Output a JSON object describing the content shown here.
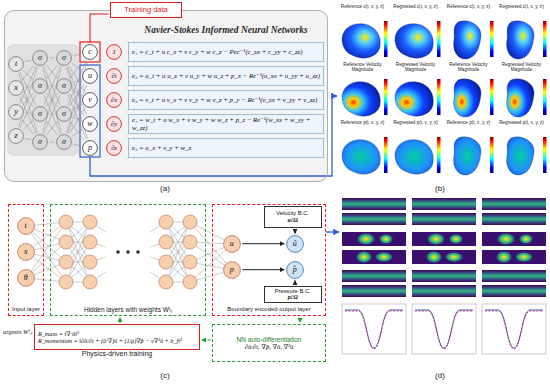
{
  "diagram": {
    "nodes": [
      {
        "text": [
          "Navier-Stokes Informed Neural Networks"
        ]
      },
      {
        "text": [
          "Training data"
        ]
      },
      {
        "text": [
          "t"
        ],
        "in": 0
      },
      {
        "text": [
          "x"
        ],
        "in": 0
      },
      {
        "text": [
          "y"
        ],
        "in": 0
      },
      {
        "text": [
          "z"
        ],
        "in": 0
      },
      {
        "text": [
          "σ"
        ],
        "in": 0
      },
      {
        "text": [
          "σ"
        ],
        "in": 0
      },
      {
        "text": [
          "σ"
        ],
        "in": 0
      },
      {
        "text": [
          "σ"
        ],
        "in": 0
      },
      {
        "text": [
          "σ"
        ],
        "in": 0
      },
      {
        "text": [
          "σ"
        ],
        "in": 0
      },
      {
        "text": [
          "σ"
        ],
        "in": 0
      },
      {
        "text": [
          "σ"
        ],
        "in": 0
      },
      {
        "text": [
          "c"
        ],
        "in": 0
      },
      {
        "text": [
          "u"
        ],
        "in": 0
      },
      {
        "text": [
          "v"
        ],
        "in": 0
      },
      {
        "text": [
          "w"
        ],
        "in": 0
      },
      {
        "text": [
          "p"
        ],
        "in": 0
      },
      {
        "text": [
          "I"
        ],
        "in": 0
      },
      {
        "text": [
          "∂t"
        ],
        "in": 0
      },
      {
        "text": [
          "∂x"
        ],
        "in": 0
      },
      {
        "text": [
          "∂y"
        ],
        "in": 0
      },
      {
        "text": [
          "∂z"
        ],
        "in": 0
      },
      {
        "text": [
          "e₁ = c_t + u c_x + v c_y + w c_z − Pec⁻¹(c_xx + c_yy + c_zz)"
        ],
        "in": 0
      },
      {
        "text": [
          "e₂ = u_t + u u_x + v u_y + w u_z + p_x − Re⁻¹(u_xx + u_yy + u_zz)"
        ],
        "in": 0
      },
      {
        "text": [
          "e₃ = v_t + u v_x + v v_y + w v_z + p_y − Re⁻¹(v_xx + v_yy + v_zz)"
        ],
        "in": 0
      },
      {
        "text": [
          "e₄ = w_t + u w_x + v w_y + w w_z + p_z − Re⁻¹(w_xx + w_yy + w_zz)"
        ],
        "in": 0
      },
      {
        "text": [
          "e₅ = u_x + v_y + w_z"
        ],
        "in": 0
      },
      {
        "text": [
          "Input layer"
        ]
      },
      {
        "text": [
          "t"
        ],
        "in": 29
      },
      {
        "text": [
          "x"
        ],
        "in": 29
      },
      {
        "text": [
          "θ"
        ],
        "in": 29
      },
      {
        "text": [
          "Hidden layers with weights Wˡᵢⱼ"
        ]
      },
      {
        "text": [
          "Boundary encoded output layer"
        ]
      },
      {
        "text": [
          "Velocity B.C.",
          "u∂Ω"
        ],
        "in": 34
      },
      {
        "text": [
          "u"
        ],
        "in": 34
      },
      {
        "text": [
          "û"
        ],
        "in": 34
      },
      {
        "text": [
          "p"
        ],
        "in": 34
      },
      {
        "text": [
          "p̂"
        ],
        "in": 34
      },
      {
        "text": [
          "Pressure B.C.",
          "p∂Ω"
        ],
        "in": 34
      },
      {
        "text": [
          "R_mass = ‖∇·û‖²",
          "R_momentum = ‖∂û/∂t + (û·∇)û + (1/ρ)∇p̂ − ν∇²û + b_f‖²",
          "Physics-driven training"
        ]
      },
      {
        "text": [
          "NN auto-differentiation",
          "∂û/∂t, ∇p̂, ∇û, ∇²û"
        ]
      }
    ],
    "edges": [
      {
        "from": 1,
        "to": 14,
        "arrow": "none"
      },
      {
        "from": 2,
        "to": 6,
        "arrow": "none"
      },
      {
        "from": 2,
        "to": 7,
        "arrow": "none"
      },
      {
        "from": 2,
        "to": 8,
        "arrow": "none"
      },
      {
        "from": 2,
        "to": 9,
        "arrow": "none"
      },
      {
        "from": 3,
        "to": 6,
        "arrow": "none"
      },
      {
        "from": 3,
        "to": 7,
        "arrow": "none"
      },
      {
        "from": 3,
        "to": 8,
        "arrow": "none"
      },
      {
        "from": 3,
        "to": 9,
        "arrow": "none"
      },
      {
        "from": 4,
        "to": 6,
        "arrow": "none"
      },
      {
        "from": 4,
        "to": 7,
        "arrow": "none"
      },
      {
        "from": 4,
        "to": 8,
        "arrow": "none"
      },
      {
        "from": 4,
        "to": 9,
        "arrow": "none"
      },
      {
        "from": 5,
        "to": 6,
        "arrow": "none"
      },
      {
        "from": 5,
        "to": 7,
        "arrow": "none"
      },
      {
        "from": 5,
        "to": 8,
        "arrow": "none"
      },
      {
        "from": 5,
        "to": 9,
        "arrow": "none"
      },
      {
        "from": 6,
        "to": 10,
        "arrow": "none"
      },
      {
        "from": 6,
        "to": 11,
        "arrow": "none"
      },
      {
        "from": 6,
        "to": 12,
        "arrow": "none"
      },
      {
        "from": 6,
        "to": 13,
        "arrow": "none"
      },
      {
        "from": 7,
        "to": 10,
        "arrow": "none"
      },
      {
        "from": 7,
        "to": 11,
        "arrow": "none"
      },
      {
        "from": 7,
        "to": 12,
        "arrow": "none"
      },
      {
        "from": 7,
        "to": 13,
        "arrow": "none"
      },
      {
        "from": 8,
        "to": 10,
        "arrow": "none"
      },
      {
        "from": 8,
        "to": 11,
        "arrow": "none"
      },
      {
        "from": 8,
        "to": 12,
        "arrow": "none"
      },
      {
        "from": 8,
        "to": 13,
        "arrow": "none"
      },
      {
        "from": 9,
        "to": 10,
        "arrow": "none"
      },
      {
        "from": 9,
        "to": 11,
        "arrow": "none"
      },
      {
        "from": 9,
        "to": 12,
        "arrow": "none"
      },
      {
        "from": 9,
        "to": 13,
        "arrow": "none"
      },
      {
        "from": 10,
        "to": 14,
        "arrow": "none"
      },
      {
        "from": 10,
        "to": 15,
        "arrow": "none"
      },
      {
        "from": 10,
        "to": 16,
        "arrow": "none"
      },
      {
        "from": 10,
        "to": 17,
        "arrow": "none"
      },
      {
        "from": 10,
        "to": 18,
        "arrow": "none"
      },
      {
        "from": 11,
        "to": 14,
        "arrow": "none"
      },
      {
        "from": 11,
        "to": 15,
        "arrow": "none"
      },
      {
        "from": 11,
        "to": 16,
        "arrow": "none"
      },
      {
        "from": 11,
        "to": 17,
        "arrow": "none"
      },
      {
        "from": 11,
        "to": 18,
        "arrow": "none"
      },
      {
        "from": 12,
        "to": 14,
        "arrow": "none"
      },
      {
        "from": 12,
        "to": 15,
        "arrow": "none"
      },
      {
        "from": 12,
        "to": 16,
        "arrow": "none"
      },
      {
        "from": 12,
        "to": 17,
        "arrow": "none"
      },
      {
        "from": 12,
        "to": 18,
        "arrow": "none"
      },
      {
        "from": 13,
        "to": 14,
        "arrow": "none"
      },
      {
        "from": 13,
        "to": 15,
        "arrow": "none"
      },
      {
        "from": 13,
        "to": 16,
        "arrow": "none"
      },
      {
        "from": 13,
        "to": 17,
        "arrow": "none"
      },
      {
        "from": 13,
        "to": 18,
        "arrow": "none"
      },
      {
        "from": 36,
        "to": 37,
        "arrow": "to"
      },
      {
        "from": 38,
        "to": 39,
        "arrow": "to"
      },
      {
        "from": 35,
        "to": 37,
        "arrow": "to"
      },
      {
        "from": 40,
        "to": 39,
        "arrow": "to"
      },
      {
        "from": 34,
        "to": 42,
        "arrow": "to"
      },
      {
        "from": 42,
        "to": 41,
        "arrow": "to"
      },
      {
        "from": 41,
        "to": 33,
        "arrow": "to"
      }
    ],
    "labels": [
      "(a)",
      "(b)",
      "(c)",
      "(d)",
      "argmin Wˡᵢⱼ",
      "Reference c(t, x, y, z)",
      "Regressed c(t, x, y, z)",
      "Reference c(t, x, y, z)",
      "Regressed c(t, x, y, z)",
      "Reference Velocity Magnitude",
      "Regressed Velocity Magnitude",
      "Reference Velocity Magnitude",
      "Regressed Velocity Magnitude",
      "Reference p(t, x, y, z)",
      "Regressed p(t, x, y, z)",
      "Reference p(t, x, y, z)",
      "Regressed p(t, x, y, z)"
    ]
  }
}
